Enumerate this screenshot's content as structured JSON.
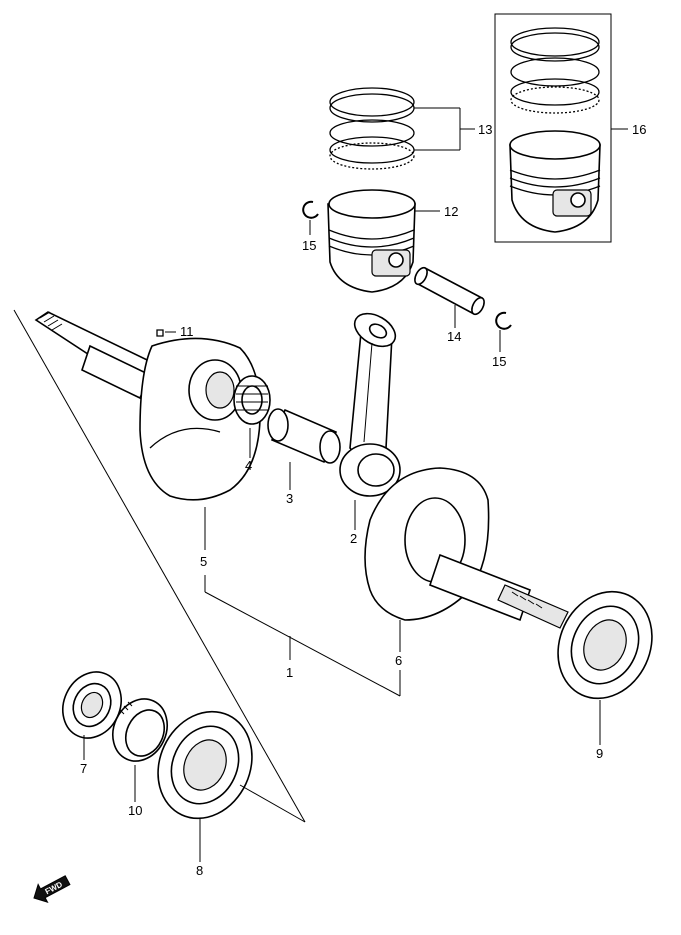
{
  "callouts": [
    {
      "id": "label-1",
      "text": "1"
    },
    {
      "id": "label-2",
      "text": "2"
    },
    {
      "id": "label-3",
      "text": "3"
    },
    {
      "id": "label-4",
      "text": "4"
    },
    {
      "id": "label-5",
      "text": "5"
    },
    {
      "id": "label-6",
      "text": "6"
    },
    {
      "id": "label-7",
      "text": "7"
    },
    {
      "id": "label-8",
      "text": "8"
    },
    {
      "id": "label-9",
      "text": "9"
    },
    {
      "id": "label-10",
      "text": "10"
    },
    {
      "id": "label-11",
      "text": "11"
    },
    {
      "id": "label-12",
      "text": "12"
    },
    {
      "id": "label-13",
      "text": "13"
    },
    {
      "id": "label-14",
      "text": "14"
    },
    {
      "id": "label-15a",
      "text": "15"
    },
    {
      "id": "label-15b",
      "text": "15"
    },
    {
      "id": "label-16",
      "text": "16"
    }
  ],
  "fwd_label": "FWD",
  "parts": [
    {
      "name": "crankshaft-left-half",
      "icon": "crank-web-icon"
    },
    {
      "name": "crank-pin",
      "icon": "pin-icon"
    },
    {
      "name": "needle-bearing",
      "icon": "needle-bearing-icon"
    },
    {
      "name": "connecting-rod",
      "icon": "con-rod-icon"
    },
    {
      "name": "crankshaft-right-half",
      "icon": "crank-web-icon"
    },
    {
      "name": "piston",
      "icon": "piston-icon"
    },
    {
      "name": "piston-ring-set",
      "icon": "ring-icon"
    },
    {
      "name": "piston-pin",
      "icon": "pin-icon"
    },
    {
      "name": "circlip",
      "icon": "circlip-icon"
    },
    {
      "name": "ball-bearing",
      "icon": "bearing-icon"
    },
    {
      "name": "key",
      "icon": "key-icon"
    },
    {
      "name": "oversize-piston-set",
      "icon": "piston-icon"
    }
  ]
}
